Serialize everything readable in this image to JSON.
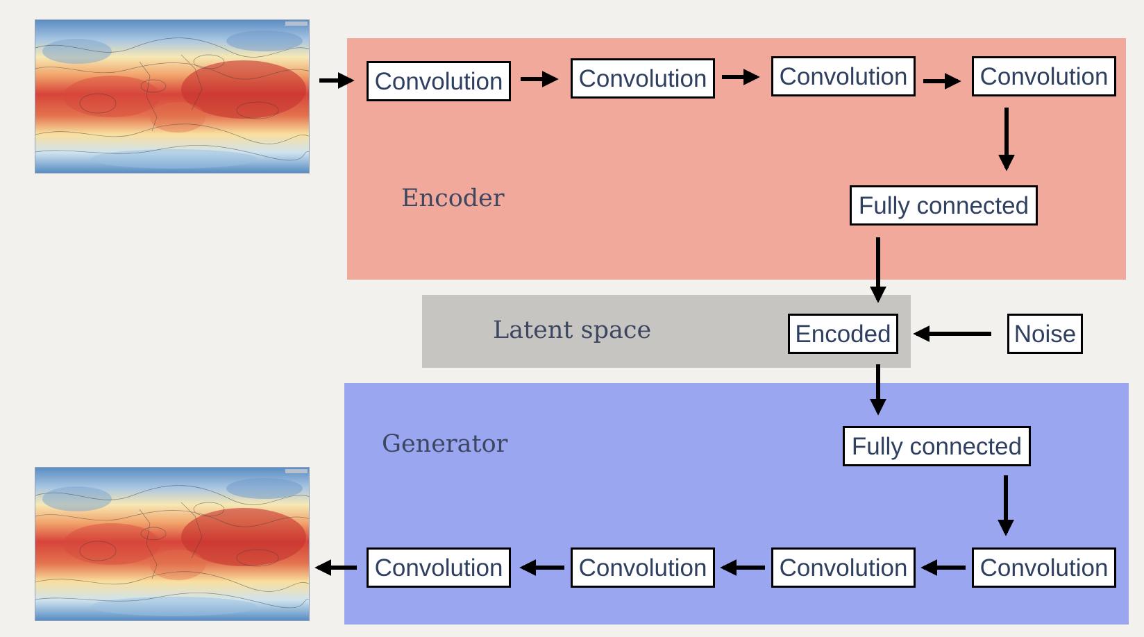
{
  "regions": {
    "encoder_label": "Encoder",
    "latent_label": "Latent space",
    "generator_label": "Generator"
  },
  "encoder": {
    "conv1": "Convolution",
    "conv2": "Convolution",
    "conv3": "Convolution",
    "conv4": "Convolution",
    "fc": "Fully connected"
  },
  "latent": {
    "encoded": "Encoded",
    "noise": "Noise"
  },
  "generator": {
    "fc": "Fully connected",
    "conv1": "Convolution",
    "conv2": "Convolution",
    "conv3": "Convolution",
    "conv4": "Convolution"
  },
  "colors": {
    "encoder_bg": "#f1a99b",
    "latent_bg": "#c6c5c1",
    "generator_bg": "#9aa6ef",
    "page_bg": "#f2f1ed"
  },
  "images": {
    "input_map": "temperature-map",
    "output_map": "temperature-map"
  }
}
